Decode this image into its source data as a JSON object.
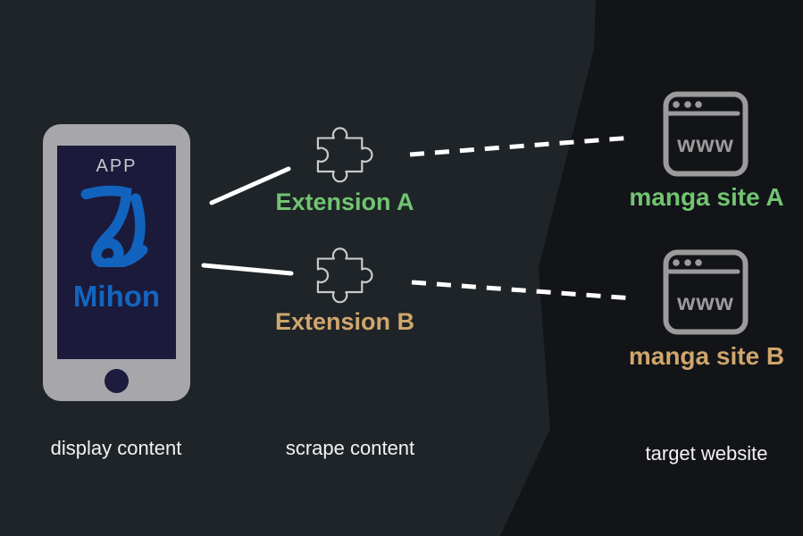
{
  "app": {
    "header": "APP",
    "logo_glyph": "み",
    "name": "Mihon"
  },
  "extensions": [
    {
      "label": "Extension A",
      "color": "#72c472"
    },
    {
      "label": "Extension B",
      "color": "#cfa66c"
    }
  ],
  "sites": [
    {
      "label": "manga site A",
      "www": "www",
      "color": "#72c472"
    },
    {
      "label": "manga site B",
      "www": "www",
      "color": "#cfa66c"
    }
  ],
  "captions": {
    "left": "display content",
    "middle": "scrape content",
    "right": "target website"
  },
  "colors": {
    "accent_blue": "#1465c0",
    "green": "#72c472",
    "tan": "#cfa66c",
    "bg_left": "#1e2427",
    "bg_right": "#121417",
    "phone_body": "#a7a7ab",
    "phone_screen": "#1b1a3a",
    "icon_stroke": "#9b9b9b",
    "line_color": "#ffffff"
  }
}
